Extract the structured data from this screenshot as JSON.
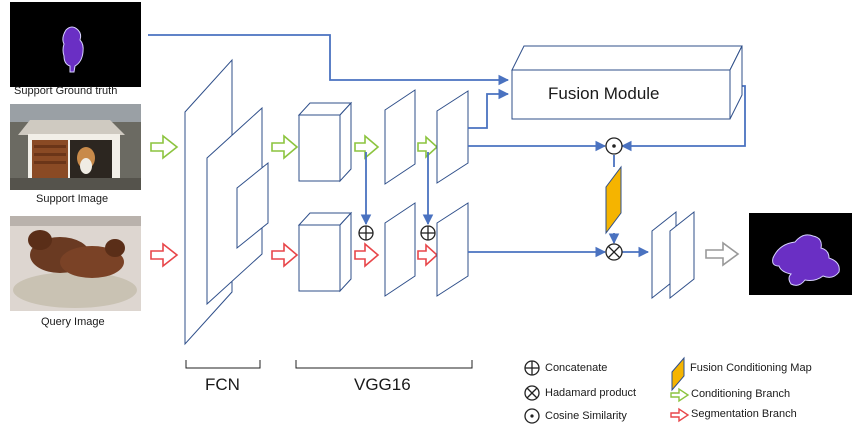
{
  "inputs": {
    "support_gt_label": "Support Ground truth",
    "support_image_label": "Support Image",
    "query_image_label": "Query Image"
  },
  "modules": {
    "fcn_label": "FCN",
    "vgg_label": "VGG16",
    "fusion_label": "Fusion Module"
  },
  "legend": {
    "concatenate": "Concatenate",
    "hadamard": "Hadamard product",
    "cosine": "Cosine Similarity",
    "fusion_map": "Fusion Conditioning  Map",
    "conditioning_branch": "Conditioning  Branch",
    "segmentation_branch": "Segmentation Branch"
  },
  "colors": {
    "line_blue": "#4a72c0",
    "box_stroke": "#2f4f8a",
    "conditioning_arrow": "#8cc43f",
    "segmentation_arrow": "#e8464a",
    "fusion_map_fill": "#f5b400",
    "mask_fill": "#6a2fc4"
  }
}
